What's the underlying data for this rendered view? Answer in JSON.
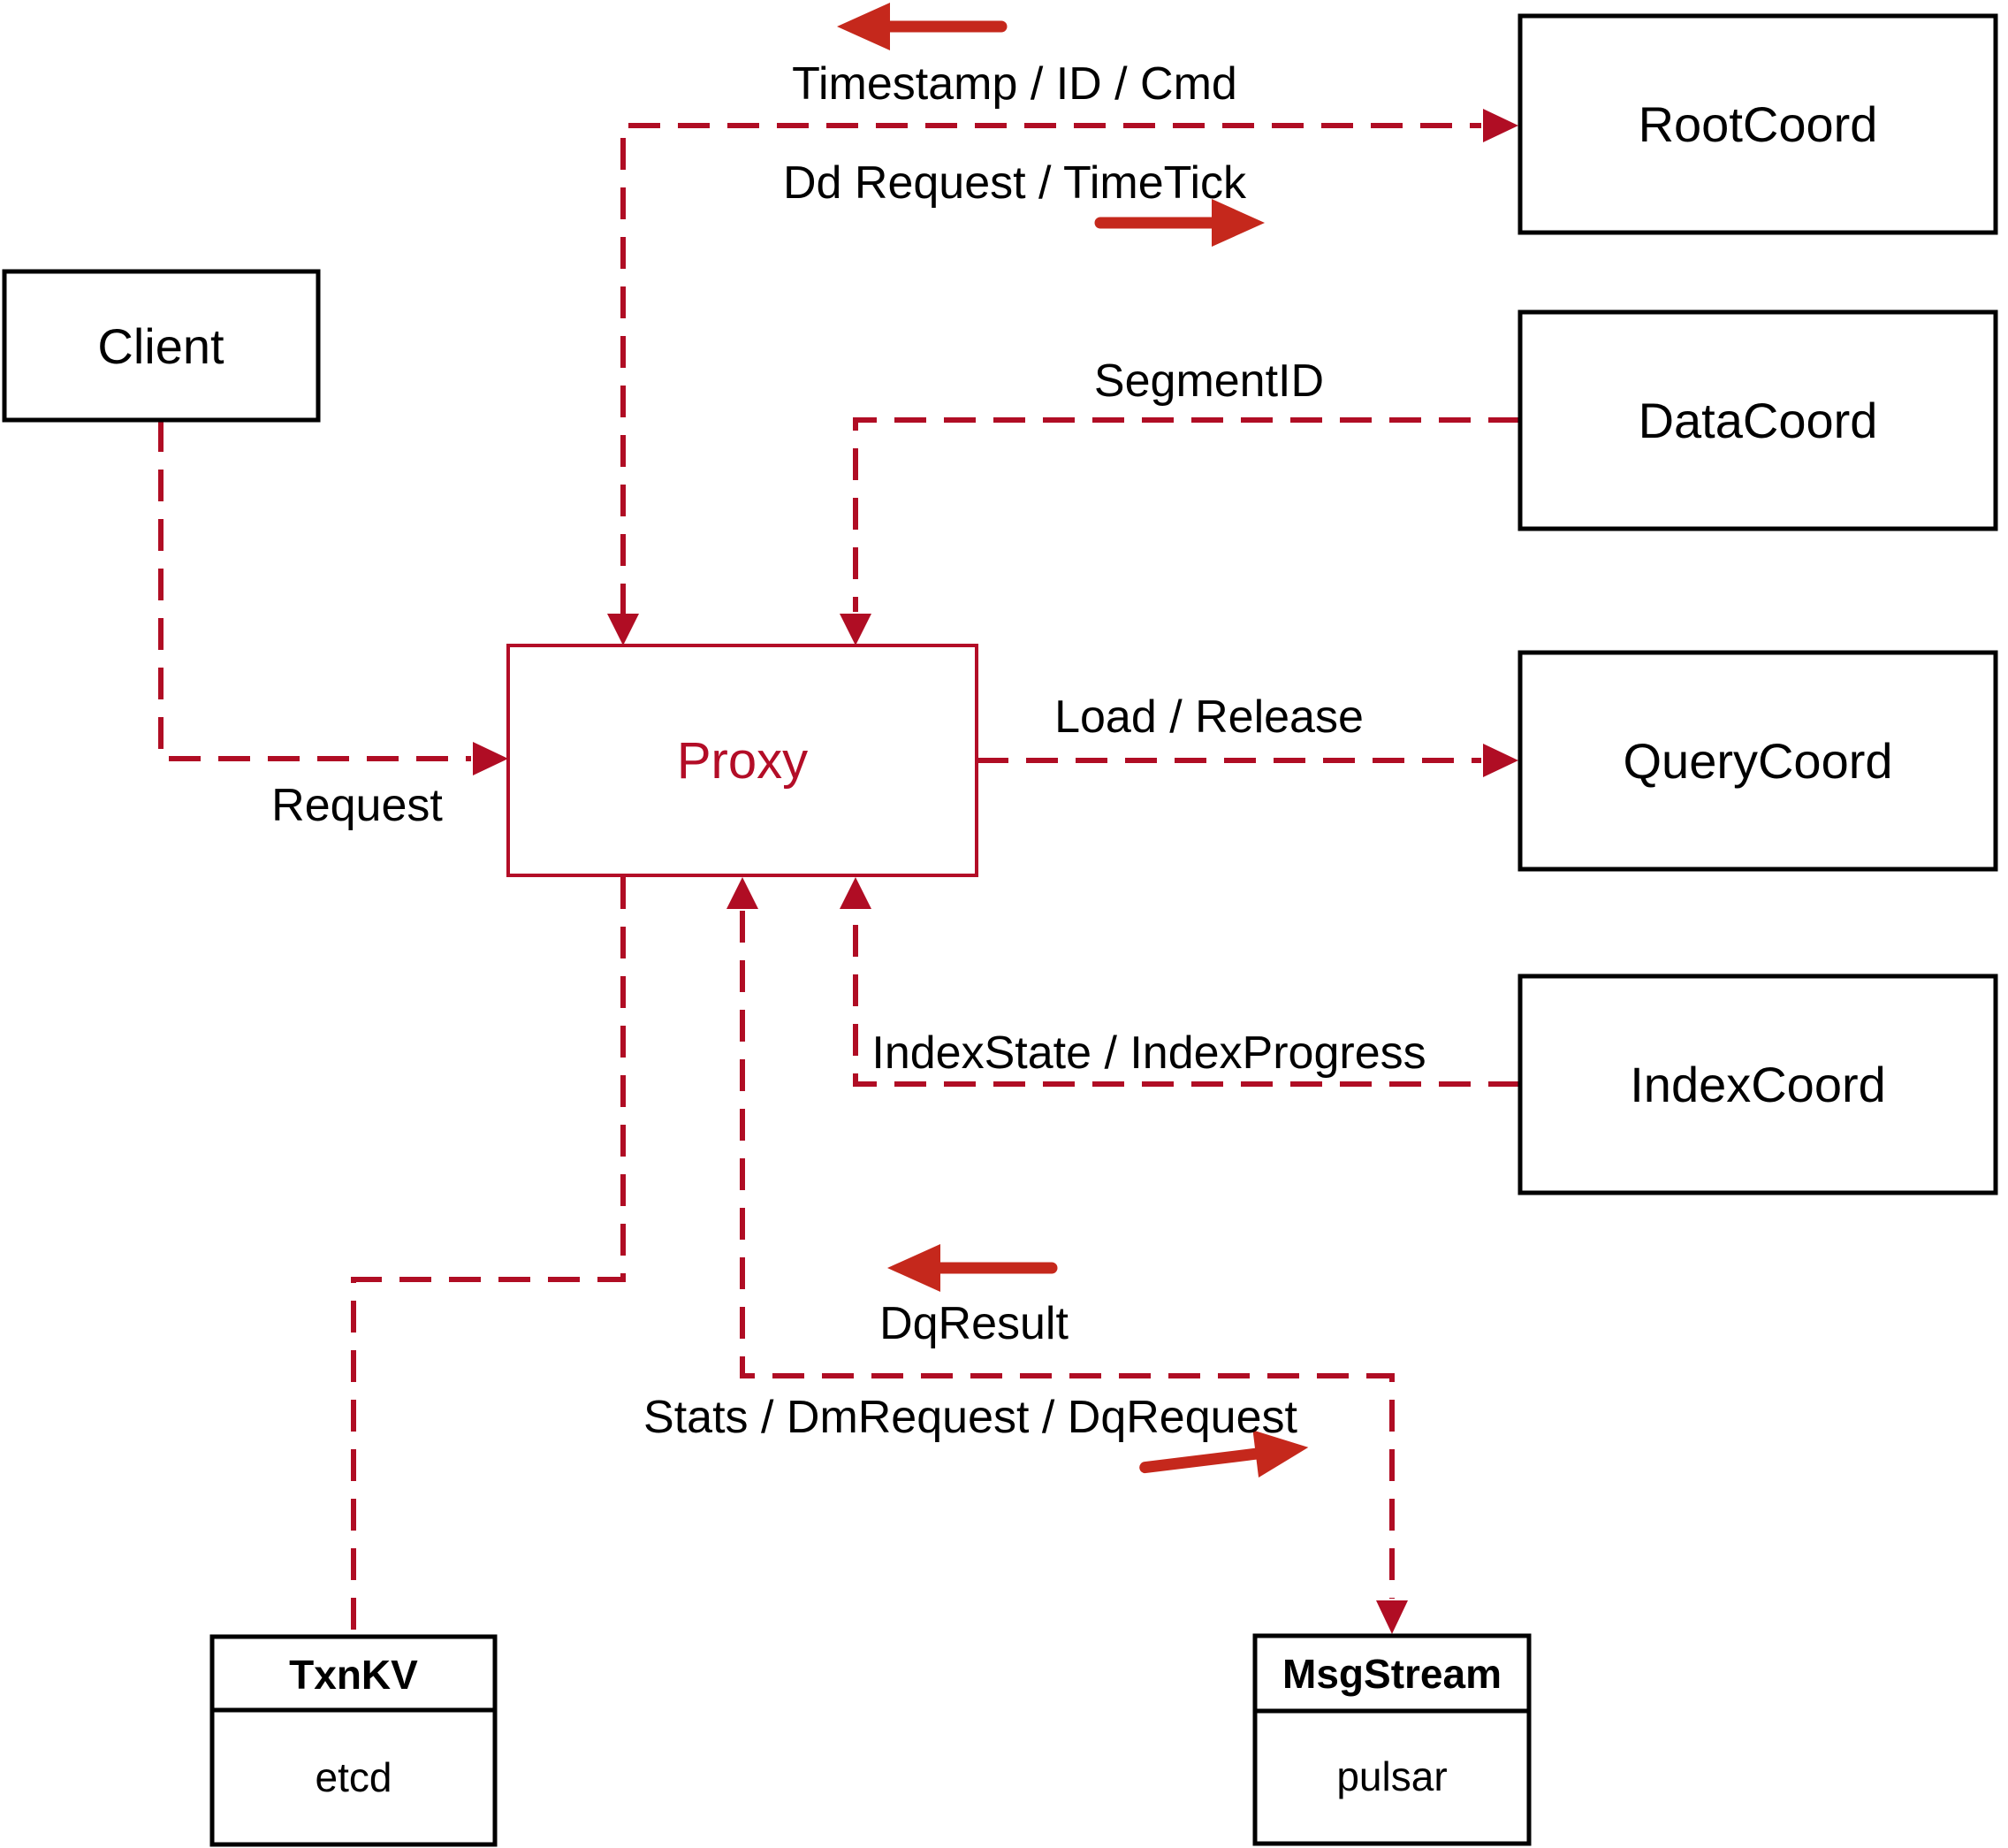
{
  "colors": {
    "background": "#ffffff",
    "box-border": "#000000",
    "label-black": "#000000",
    "dash-red": "#b00d24",
    "proxy-red": "#b30d27",
    "arrow-red": "#c5281c"
  },
  "nodes": {
    "client": {
      "label": "Client"
    },
    "proxy": {
      "label": "Proxy"
    },
    "root_coord": {
      "label": "RootCoord"
    },
    "data_coord": {
      "label": "DataCoord"
    },
    "query_coord": {
      "label": "QueryCoord"
    },
    "index_coord": {
      "label": "IndexCoord"
    },
    "txn_kv": {
      "title": "TxnKV",
      "impl": "etcd"
    },
    "msg_stream": {
      "title": "MsgStream",
      "impl": "pulsar"
    }
  },
  "edge_labels": {
    "root_response": "Timestamp / ID / Cmd",
    "root_request": "Dd Request / TimeTick",
    "segment_id": "SegmentID",
    "load_release": "Load / Release",
    "index_state": "IndexState / IndexProgress",
    "client_request": "Request",
    "dq_result": "DqResult",
    "stats_request": "Stats / DmRequest / DqRequest"
  }
}
